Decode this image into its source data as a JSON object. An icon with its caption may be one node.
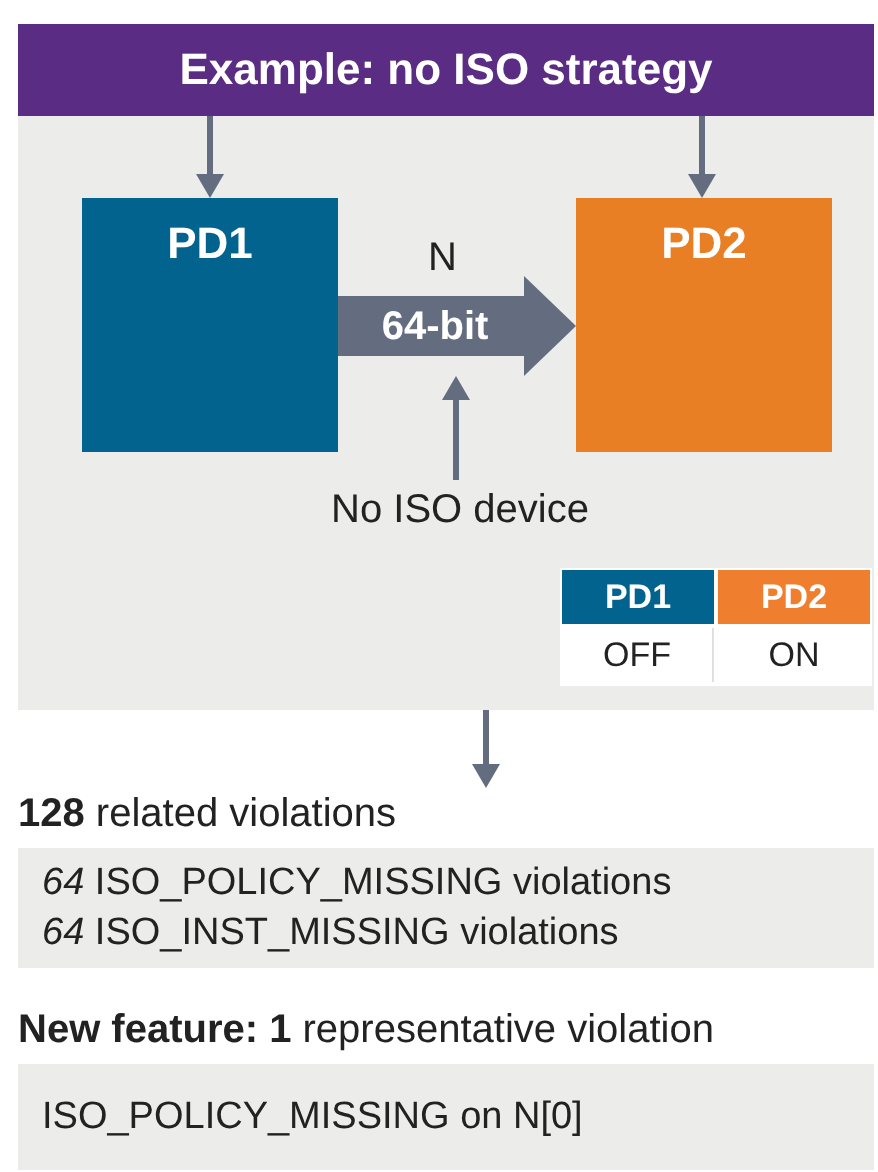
{
  "diagram": {
    "nodes": [
      {
        "text": [
          "Example: no ISO strategy"
        ]
      },
      {
        "text": [],
        "shape": "box"
      },
      {
        "text": [
          "PD1"
        ],
        "in": 1
      },
      {
        "text": [
          "PD2"
        ],
        "in": 1
      },
      {
        "text": [
          "No ISO device"
        ],
        "in": 1
      },
      {
        "text": [
          "**128** related violations",
          "*64* ISO_POLICY_MISSING violations",
          "*64* ISO_INST_MISSING violations"
        ]
      },
      {
        "text": [
          "**New feature: 1** representative violation",
          "ISO_POLICY_MISSING on N[0]"
        ]
      }
    ],
    "edges": [
      {
        "from": 0,
        "to": 2,
        "arrow": "to"
      },
      {
        "from": 0,
        "to": 3,
        "arrow": "to"
      },
      {
        "from": 2,
        "to": 3,
        "arrow": "to",
        "label": "64-bit",
        "style": "thick"
      },
      {
        "from": 4,
        "to": null,
        "arrow": "to"
      },
      {
        "from": 1,
        "to": 5,
        "arrow": "to"
      }
    ],
    "labels": [
      "N",
      "PD1",
      "PD2",
      "OFF",
      "ON"
    ]
  }
}
